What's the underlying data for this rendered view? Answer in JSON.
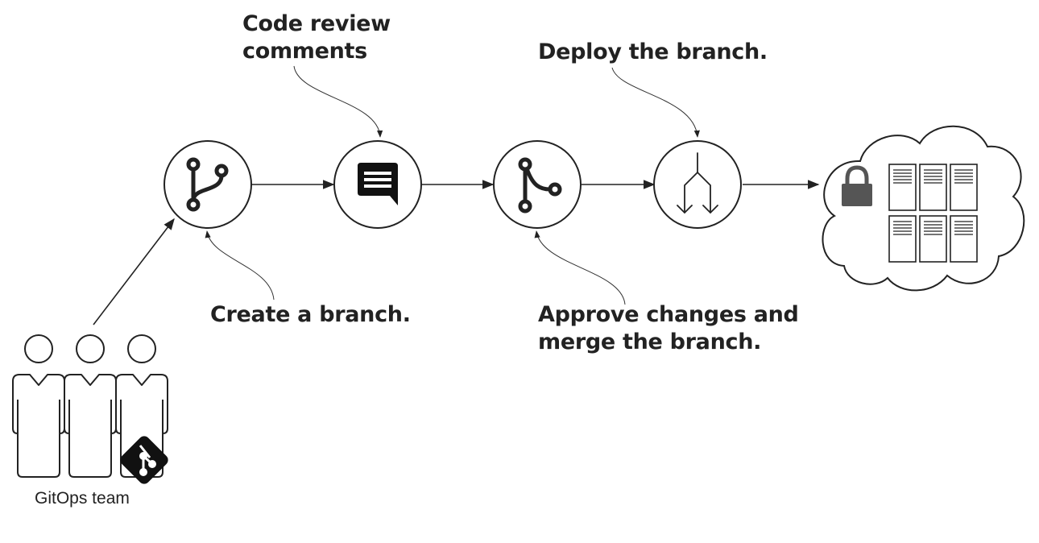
{
  "labels": {
    "code_review": [
      "Code review",
      "comments"
    ],
    "deploy": "Deploy the branch.",
    "create_branch": "Create a branch.",
    "approve": [
      "Approve changes and",
      "merge the branch."
    ],
    "team": "GitOps team"
  },
  "icons": {
    "branch": "git-branch-icon",
    "comment": "comment-icon",
    "merge": "git-merge-icon",
    "deploy": "deploy-split-icon",
    "lock": "lock-icon",
    "server": "server-rack-icon",
    "cloud": "cloud-icon",
    "person": "person-icon",
    "git": "git-logo-icon"
  },
  "colors": {
    "ink": "#222222",
    "fill": "#ffffff"
  }
}
